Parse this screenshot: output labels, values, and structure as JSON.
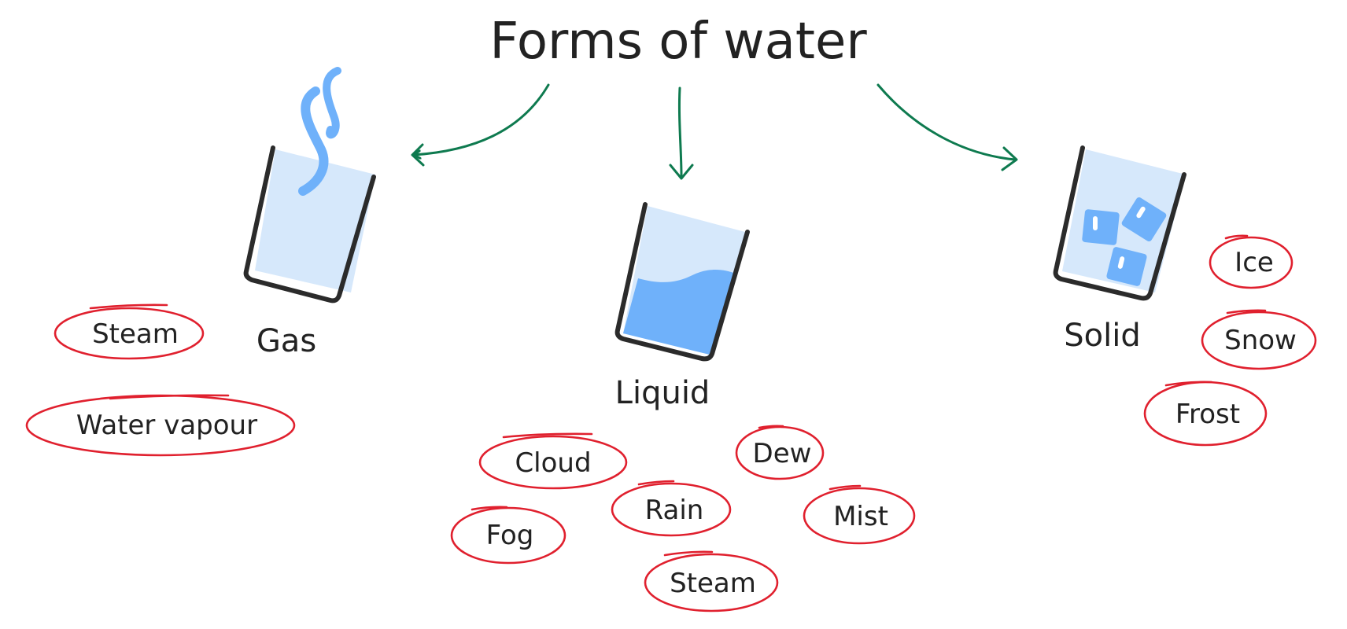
{
  "title": "Forms of water",
  "colors": {
    "arrow": "#0e7a4f",
    "ring": "#e0202e",
    "water_light": "#d6e8fb",
    "water": "#6fb1fa",
    "ice": "#6fb1fa",
    "steam": "#6fb1fa",
    "outline": "#2b2b2b"
  },
  "states": {
    "gas": {
      "label": "Gas",
      "icon": "beaker-with-steam"
    },
    "liquid": {
      "label": "Liquid",
      "icon": "beaker-with-water"
    },
    "solid": {
      "label": "Solid",
      "icon": "beaker-with-ice-cubes"
    }
  },
  "words": {
    "gas": [
      "Steam",
      "Water vapour"
    ],
    "liquid": [
      "Cloud",
      "Dew",
      "Rain",
      "Mist",
      "Fog",
      "Steam"
    ],
    "solid": [
      "Ice",
      "Snow",
      "Frost"
    ]
  }
}
